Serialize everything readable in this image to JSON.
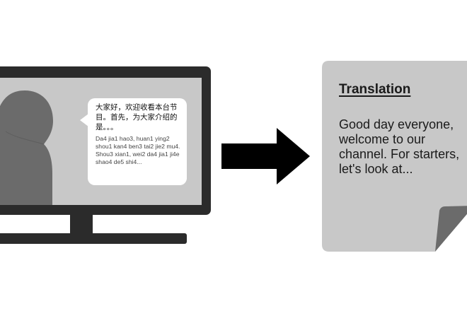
{
  "monitor": {
    "speech_bubble": {
      "chinese": "大家好，欢迎收看本台节目。首先，为大家介绍的是。。。",
      "pinyin": "Da4 jia1 hao3, huan1 ying2 shou1 kan4 ben3 tai2 jie2 mu4. Shou3 xian1, wei2 da4 jia1 ji4e shao4 de5 shi4..."
    },
    "icons": {
      "person": "person-silhouette-icon"
    }
  },
  "arrow": {
    "icon": "right-arrow-icon"
  },
  "document": {
    "title": "Translation",
    "body": "Good day everyone, welcome to our channel. For starters, let's look at...",
    "icon": "document-icon"
  },
  "colors": {
    "monitor": "#2b2b2b",
    "screen": "#c8c8c8",
    "person": "#6b6b6b",
    "paper": "#c8c8c8",
    "paper_fold": "#6b6b6b",
    "arrow": "#000000"
  }
}
